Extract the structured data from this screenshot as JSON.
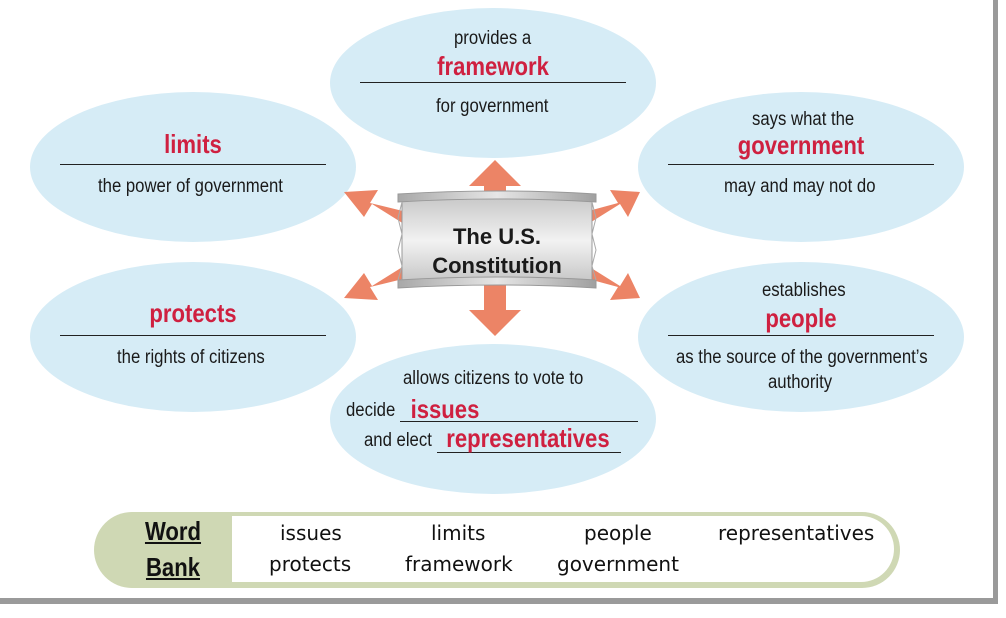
{
  "center": {
    "line1": "The U.S.",
    "line2": "Constitution"
  },
  "bubbles": {
    "top": {
      "before": "provides a",
      "answer": "framework",
      "after": "for government"
    },
    "left_top": {
      "answer": "limits",
      "after": "the power of government"
    },
    "right_top": {
      "before": "says what the",
      "answer": "government",
      "after": "may and may not do"
    },
    "left_bottom": {
      "answer": "protects",
      "after": "the rights of citizens"
    },
    "right_bottom": {
      "before": "establishes",
      "answer": "people",
      "after1": "as the source of the government’s",
      "after2": "authority"
    },
    "bottom": {
      "line1": "allows citizens to vote to",
      "prefix1": "decide",
      "answer1": "issues",
      "prefix2": "and elect",
      "answer2": "representatives"
    }
  },
  "word_bank": {
    "title1": "Word",
    "title2": "Bank",
    "words": [
      "issues",
      "limits",
      "people",
      "representatives",
      "protects",
      "framework",
      "government"
    ]
  },
  "colors": {
    "oval": "#d6ecf6",
    "answer": "#cf2040",
    "arrow": "#ec8466",
    "bank": "#cfd8b4"
  }
}
